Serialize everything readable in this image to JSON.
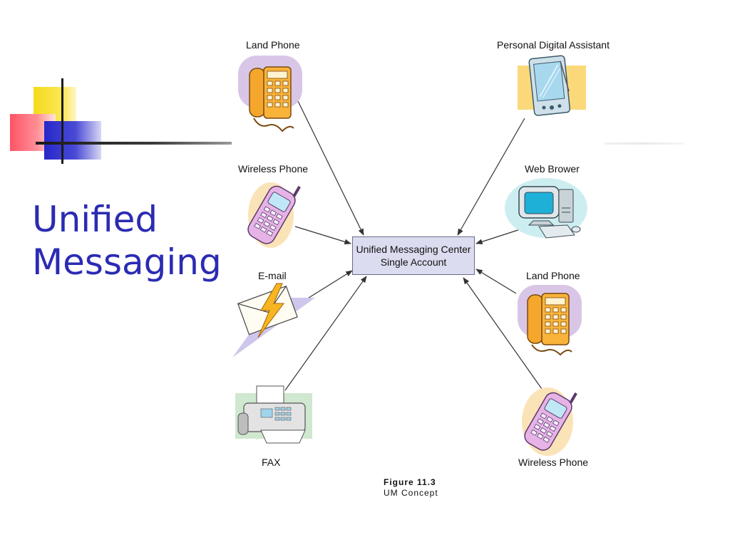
{
  "slide": {
    "title_line1": "Unified",
    "title_line2": "Messaging"
  },
  "center": {
    "line1": "Unified Messaging Center",
    "line2": "Single Account"
  },
  "devices": {
    "land_phone_top": "Land Phone",
    "wireless_phone_left": "Wireless Phone",
    "email": "E-mail",
    "fax": "FAX",
    "pda": "Personal Digital Assistant",
    "web_browser": "Web Brower",
    "land_phone_right": "Land Phone",
    "wireless_phone_right": "Wireless Phone"
  },
  "caption": {
    "figure": "Figure 11.3",
    "subtitle": "UM Concept"
  },
  "colors": {
    "title": "#2b2bb3",
    "center_fill": "#dcdcf0",
    "accent_yellow": "#f6d91a",
    "accent_red": "#ff4b5c",
    "accent_blue": "#2727c9"
  }
}
